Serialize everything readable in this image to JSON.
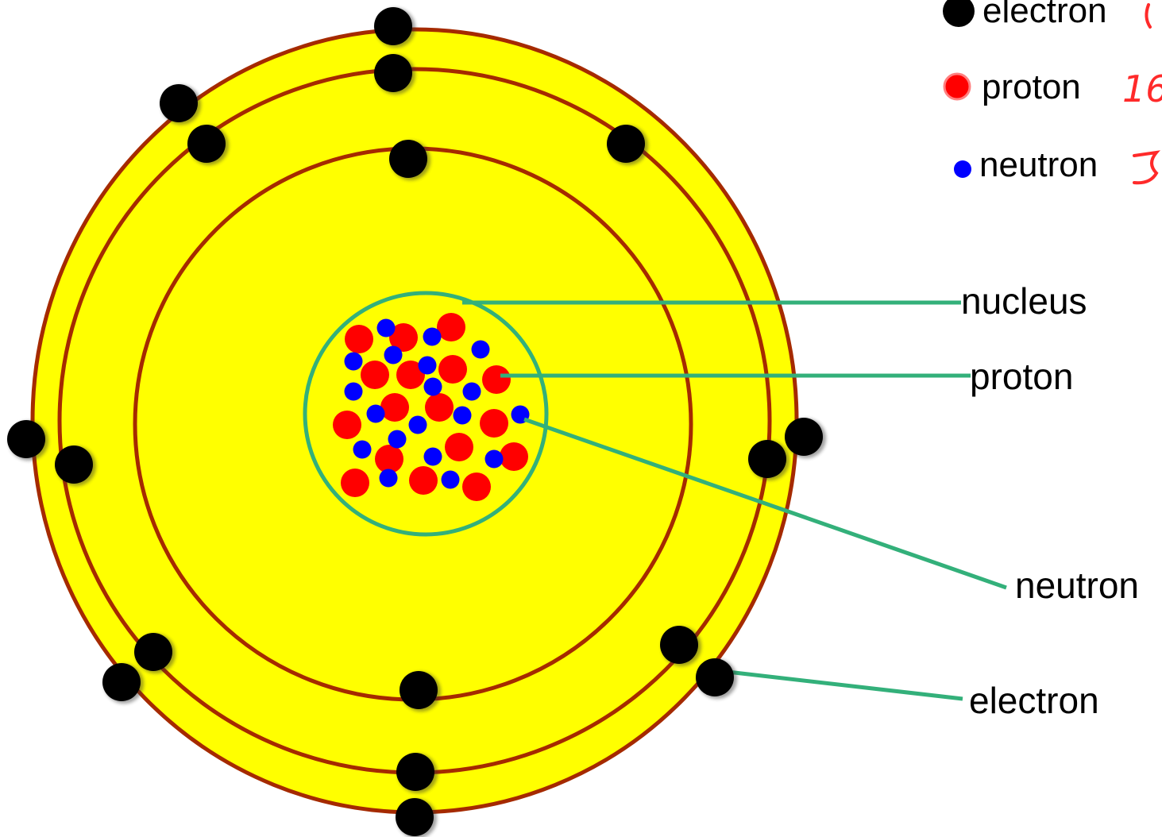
{
  "colors": {
    "atom_fill": "#ffff00",
    "shell_stroke": "#a52a00",
    "nucleus_stroke": "#33b07a",
    "leader_stroke": "#33b07a",
    "electron": "#000000",
    "proton": "#ff0000",
    "neutron": "#0000ff",
    "handwriting": "#ff2a2a"
  },
  "legend": {
    "electron": "electron",
    "proton": "proton",
    "neutron": "neutron",
    "proton_count_handwritten": "16"
  },
  "labels": {
    "nucleus": "nucleus",
    "proton": "proton",
    "neutron": "neutron",
    "electron": "electron"
  }
}
